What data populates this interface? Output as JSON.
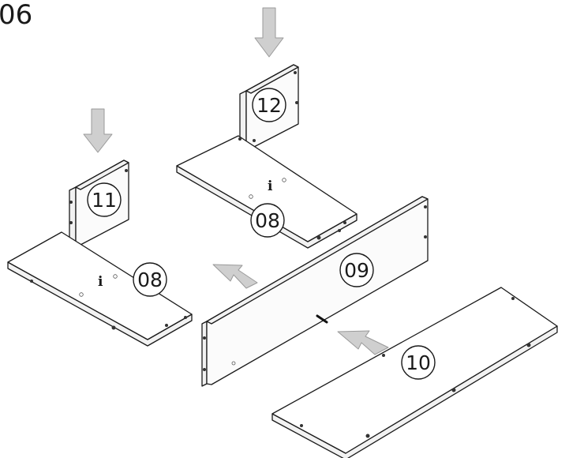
{
  "step": {
    "number": "06"
  },
  "parts": {
    "p08_left": {
      "label": "08",
      "note": "i"
    },
    "p08_right": {
      "label": "08",
      "note": "i"
    },
    "p09": {
      "label": "09"
    },
    "p10": {
      "label": "10"
    },
    "p11": {
      "label": "11"
    },
    "p12": {
      "label": "12"
    }
  },
  "arrows": {
    "down_left": "arrow-down",
    "down_right": "arrow-down",
    "to_p08_left": "arrow-insert",
    "to_p09": "arrow-insert"
  }
}
